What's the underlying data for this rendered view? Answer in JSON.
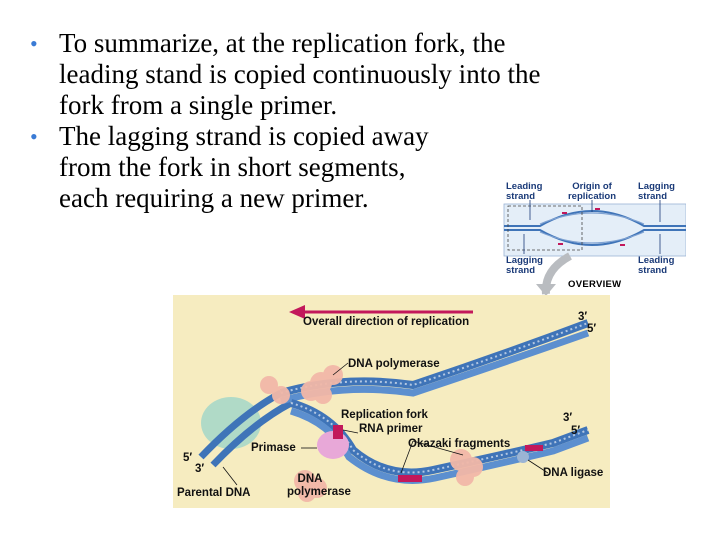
{
  "slide": {
    "bullets": [
      {
        "first_line": "To summarize, at the replication fork, the",
        "rest": [
          "leading stand is copied continuously into the",
          "fork from a single primer."
        ]
      },
      {
        "first_line": "The lagging strand is copied away",
        "rest": [
          "from the fork in short segments,",
          "each requiring a new primer."
        ]
      }
    ]
  },
  "overview": {
    "leading_strand": "Leading strand",
    "origin": "Origin of replication",
    "lagging_strand_right": "Lagging strand",
    "lagging_strand_left": "Lagging strand",
    "leading_strand_right": "Leading strand",
    "caption": "OVERVIEW"
  },
  "figure": {
    "direction": "Overall direction of replication",
    "dna_polymerase_top": "DNA polymerase",
    "replication_fork": "Replication fork",
    "rna_primer": "RNA primer",
    "okazaki": "Okazaki fragments",
    "primase": "Primase",
    "dna_ligase": "DNA ligase",
    "parental_dna": "Parental DNA",
    "dna_polymerase_bottom_1": "DNA",
    "dna_polymerase_bottom_2": "polymerase",
    "end_top_3": "3′",
    "end_top_5": "5′",
    "end_mid_3": "3′",
    "end_mid_5": "5′",
    "end_left_5": "5′",
    "end_left_3": "3′"
  },
  "colors": {
    "bullet": "#3a7bd5",
    "figure_bg": "#f6ecc0",
    "dna_strand": "#3f74b8",
    "arrow": "#c2185b",
    "primer": "#c2185b",
    "polymerase": "#f2b8a8",
    "primase": "#e8a8d8",
    "helicase": "#a8d8c8"
  }
}
